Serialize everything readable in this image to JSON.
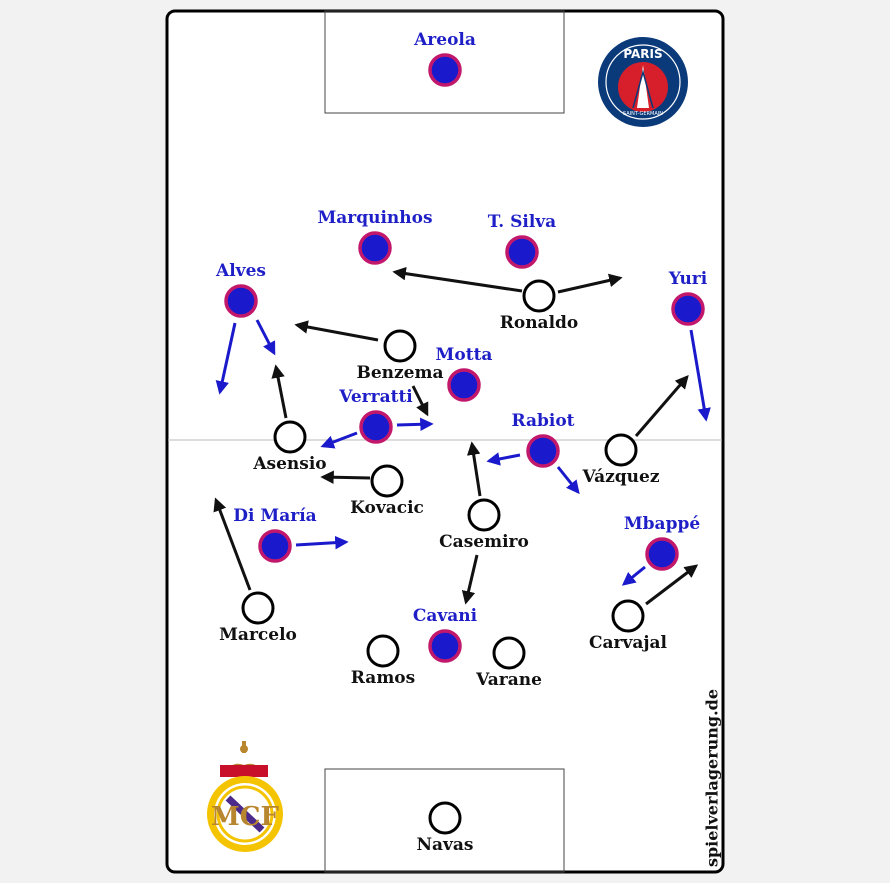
{
  "source_watermark": "spielverlagerung.de",
  "teams": {
    "psg": {
      "name": "Paris Saint-Germain",
      "crest_text_top": "PARIS",
      "crest_text_bottom": "SAINT-GERMAIN",
      "dot_fill": "#1a1acc",
      "dot_ring": "#c2186b",
      "label_color": "#1f1fc8",
      "arrow_color": "#1a1acc"
    },
    "real": {
      "name": "Real Madrid",
      "crest_letters": "MCF",
      "dot_fill": "#ffffff",
      "dot_ring": "#000000",
      "label_color": "#111111",
      "arrow_color": "#111111"
    }
  },
  "players": {
    "psg": [
      "Areola",
      "Marquinhos",
      "T. Silva",
      "Alves",
      "Yuri",
      "Motta",
      "Verratti",
      "Rabiot",
      "Di María",
      "Mbappé",
      "Cavani"
    ],
    "real": [
      "Ronaldo",
      "Benzema",
      "Asensio",
      "Kovacic",
      "Vázquez",
      "Casemiro",
      "Marcelo",
      "Carvajal",
      "Ramos",
      "Varane",
      "Navas"
    ]
  },
  "icons": [
    "psg-crest-icon",
    "real-madrid-crest-icon"
  ]
}
